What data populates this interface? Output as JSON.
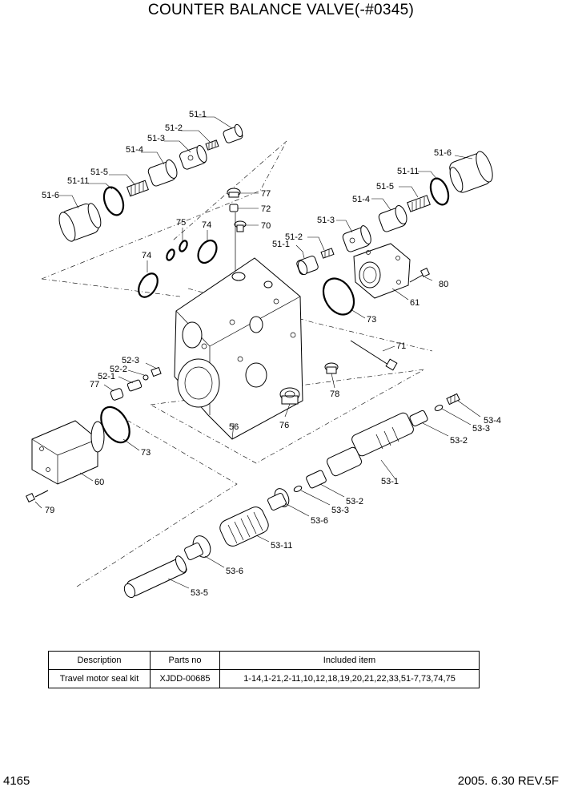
{
  "title": "COUNTER BALANCE VALVE(-#0345)",
  "labels": {
    "l51_1a": "51-1",
    "l51_2a": "51-2",
    "l51_3a": "51-3",
    "l51_4a": "51-4",
    "l51_5a": "51-5",
    "l51_11a": "51-11",
    "l51_6a": "51-6",
    "l51_6b": "51-6",
    "l51_11b": "51-11",
    "l51_5b": "51-5",
    "l51_4b": "51-4",
    "l51_3b": "51-3",
    "l51_2b": "51-2",
    "l51_1b": "51-1",
    "l77a": "77",
    "l72": "72",
    "l70": "70",
    "l75": "75",
    "l74a": "74",
    "l74b": "74",
    "l80": "80",
    "l61": "61",
    "l73a": "73",
    "l71": "71",
    "l52_3": "52-3",
    "l52_2": "52-2",
    "l52_1": "52-1",
    "l77b": "77",
    "l78": "78",
    "l56": "56",
    "l76": "76",
    "l73b": "73",
    "l60": "60",
    "l79": "79",
    "l53_4": "53-4",
    "l53_3a": "53-3",
    "l53_2a": "53-2",
    "l53_1": "53-1",
    "l53_2b": "53-2",
    "l53_3b": "53-3",
    "l53_6a": "53-6",
    "l53_11": "53-11",
    "l53_6b": "53-6",
    "l53_5": "53-5"
  },
  "table": {
    "headers": [
      "Description",
      "Parts no",
      "Included item"
    ],
    "rows": [
      [
        "Travel motor seal kit",
        "XJDD-00685",
        "1-14,1-21,2-11,10,12,18,19,20,21,22,33,51-7,73,74,75"
      ]
    ]
  },
  "footer": {
    "page": "4165",
    "revision": "2005. 6.30  REV.5F"
  }
}
